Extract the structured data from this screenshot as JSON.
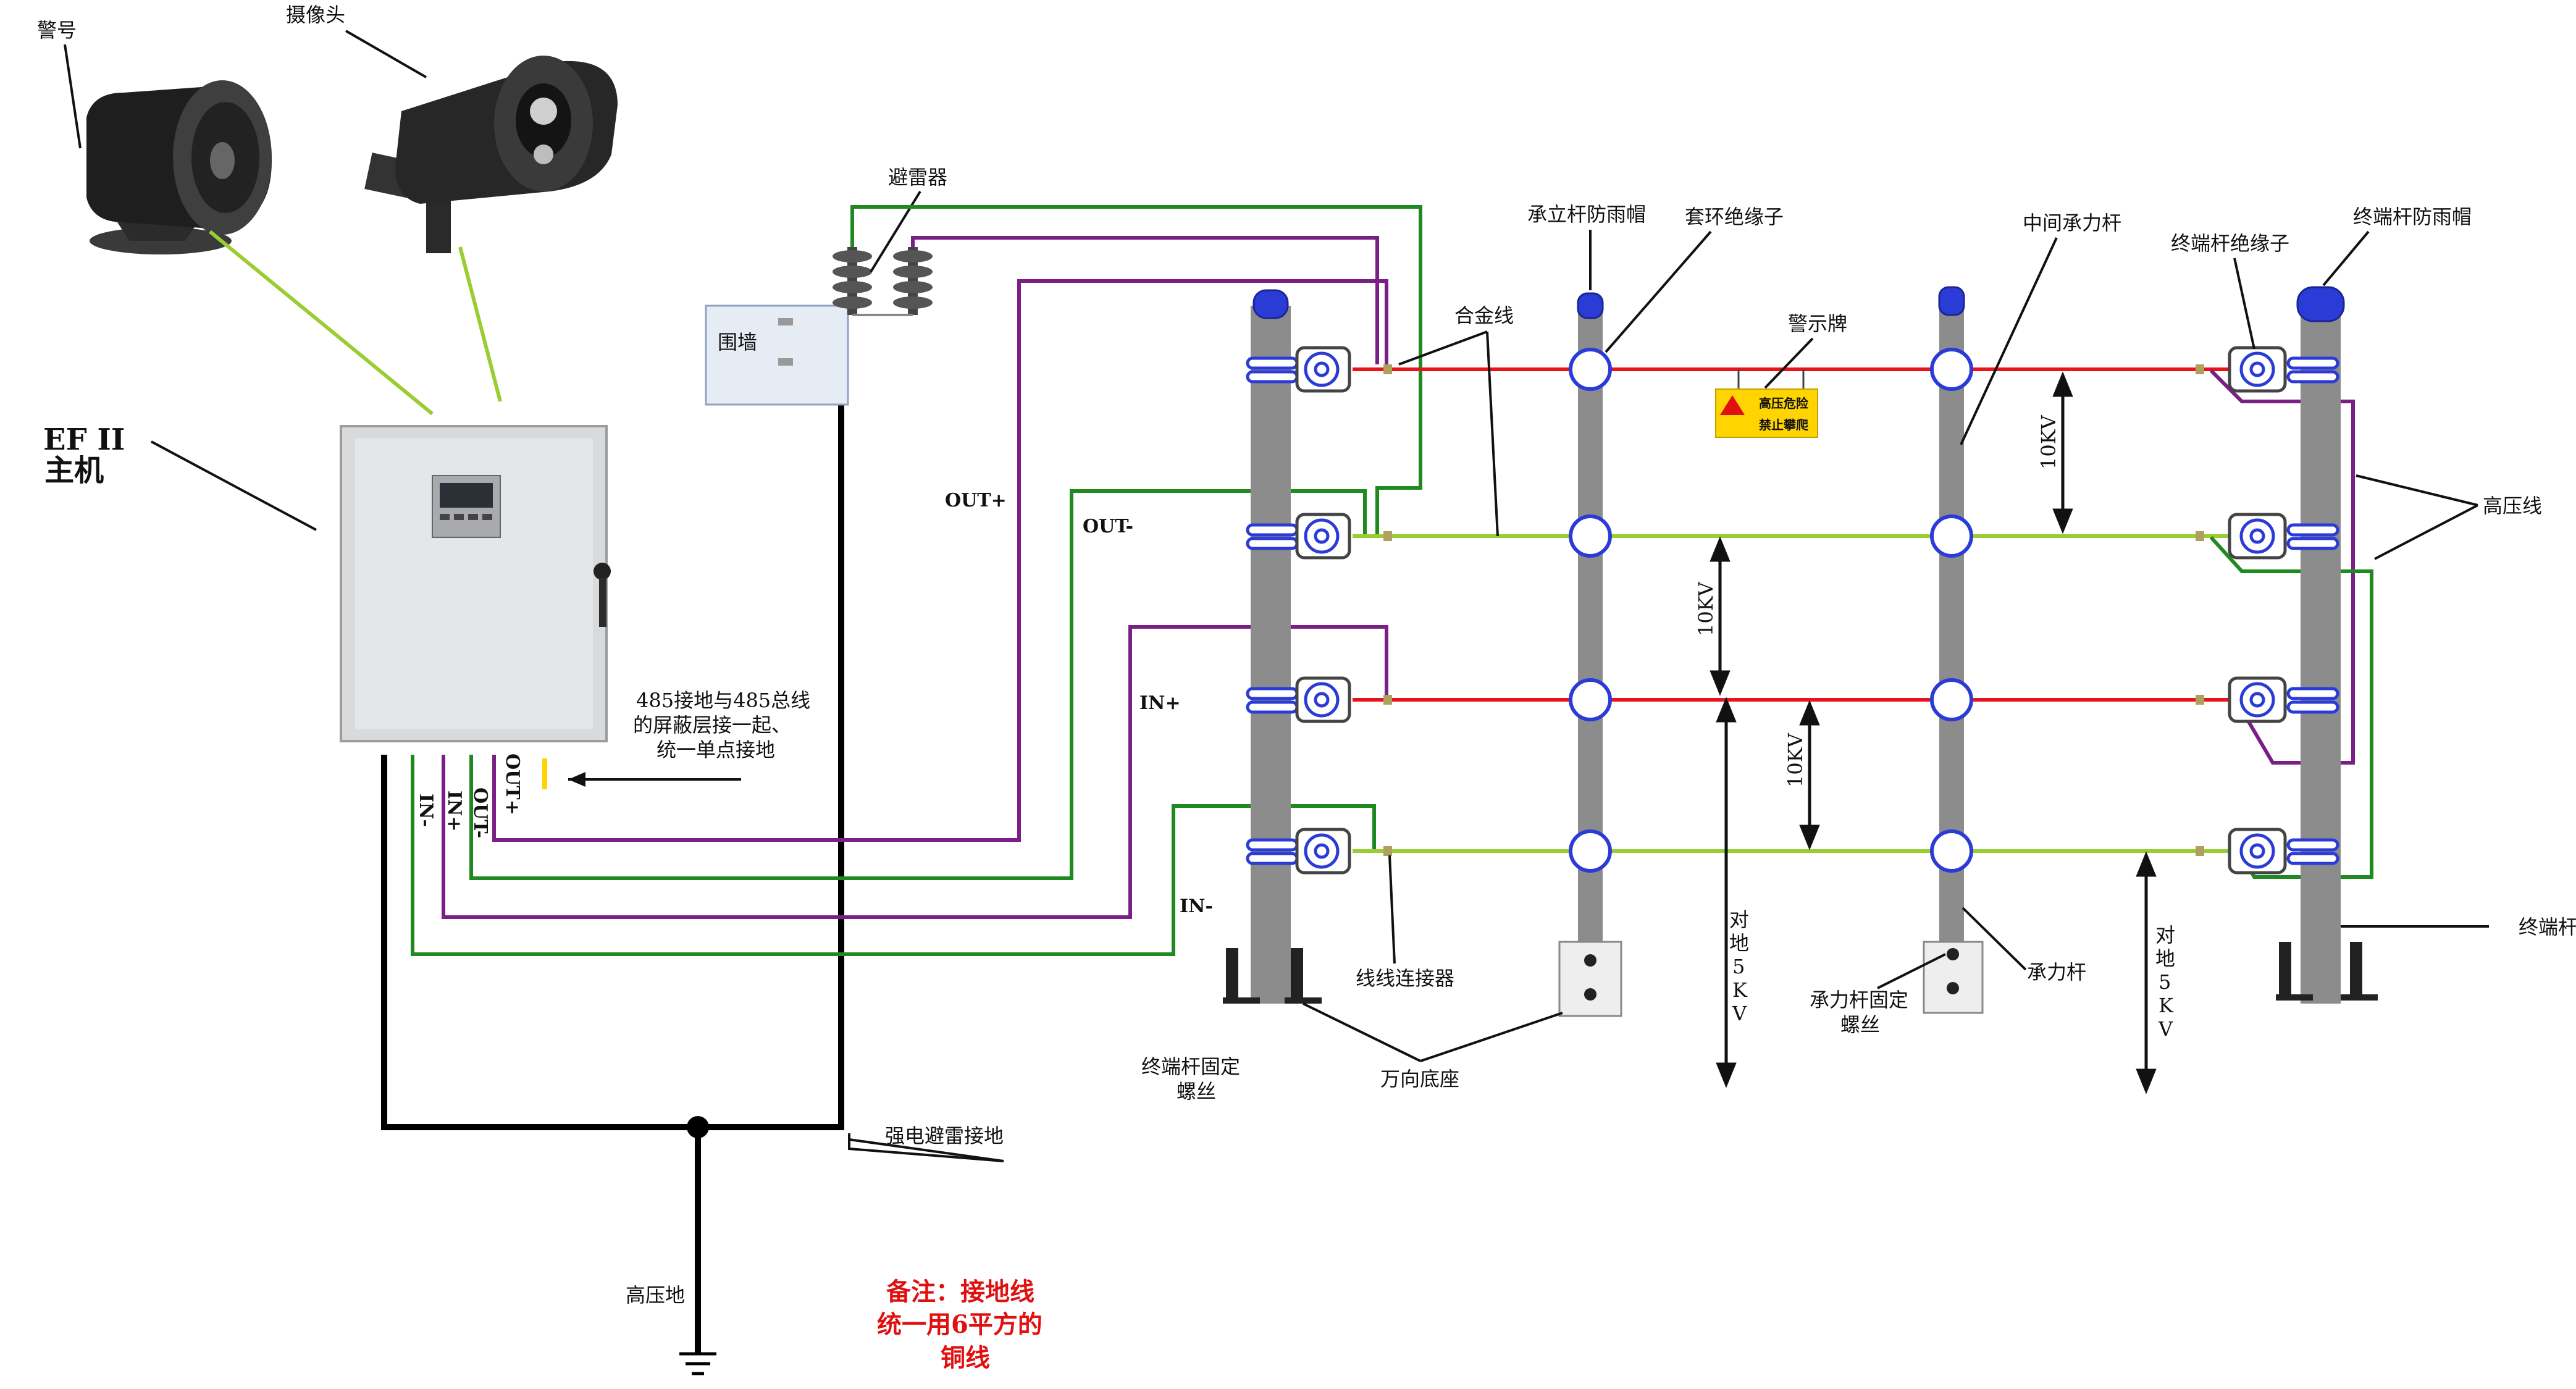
{
  "colors": {
    "high_voltage": "#e8141c",
    "return_wire": "#9acd32",
    "in_plus": "#7a1f86",
    "in_minus": "#1f8a22",
    "ground": "#000000",
    "pole": "#8c8c8c",
    "insulator": "#2b3bd6",
    "warning_sign": "#ffd400",
    "note": "#e01010"
  },
  "labels": {
    "alarm": "警号",
    "camera": "摄像头",
    "host_model": "EF II",
    "host_name": "主机",
    "lightning_arrester": "避雷器",
    "wall": "围墙",
    "alloy_wire": "合金线",
    "rain_cap_support": "承立杆防雨帽",
    "ring_insulator": "套环绝缘子",
    "warning_sign": "警示牌",
    "middle_pole": "中间承力杆",
    "end_insulator": "终端杆绝缘子",
    "end_rain_cap": "终端杆防雨帽",
    "high_voltage_wire": "高压线",
    "end_pole": "终端杆",
    "wire_connector": "线线连接器",
    "universal_base": "万向底座",
    "end_pole_screw": "终端杆固定\n螺丝",
    "support_pole_screw": "承力杆固定\n螺丝",
    "support_pole": "承力杆",
    "strong_lightning_ground": "强电避雷接地",
    "hv_ground": "高压地",
    "shield_note": "485接地与485总线\n的屏蔽层接一起、\n统一单点接地",
    "voltage_10kv": "10KV",
    "voltage_ground_5kv": "对\n地\n5\nK\nV",
    "out_plus": "OUT+",
    "out_minus": "OUT-",
    "in_plus": "IN+",
    "in_minus": "IN-",
    "sign_line1": "高压危险",
    "sign_line2": "禁止攀爬",
    "remark": "备注：接地线\n统一用6平方的\n铜线"
  }
}
